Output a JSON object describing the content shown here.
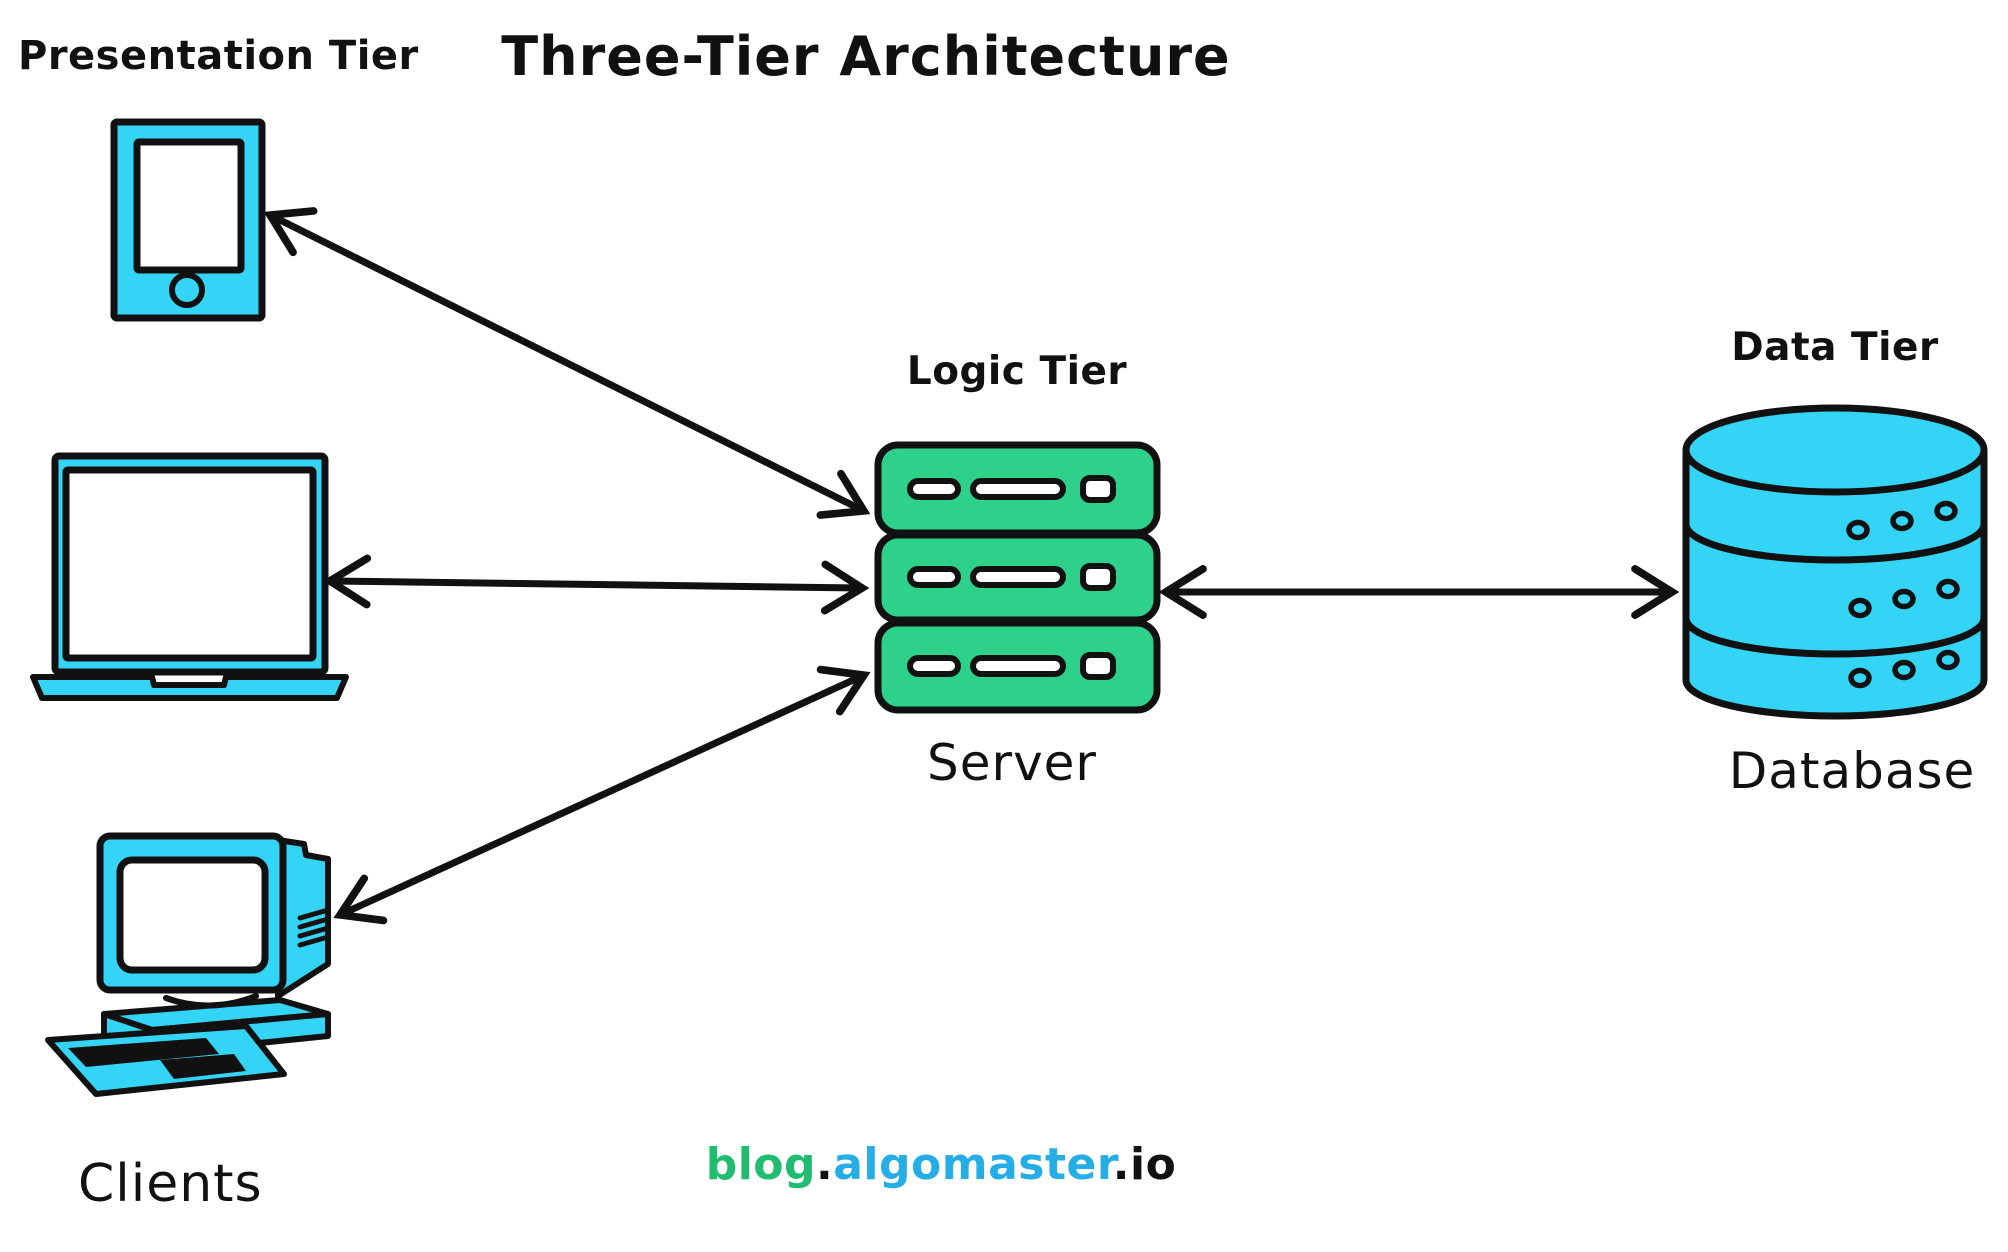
{
  "title": "Three-Tier Architecture",
  "tiers": {
    "presentation": {
      "label": "Presentation Tier",
      "caption": "Clients"
    },
    "logic": {
      "label": "Logic Tier",
      "caption": "Server"
    },
    "data": {
      "label": "Data Tier",
      "caption": "Database"
    }
  },
  "icons": {
    "clients": [
      "tablet-icon",
      "laptop-icon",
      "desktop-computer-icon"
    ],
    "logic": "server-icon",
    "data": "database-icon"
  },
  "arrows": [
    {
      "name": "arrow-tablet-server",
      "double_headed": true
    },
    {
      "name": "arrow-laptop-server",
      "double_headed": true
    },
    {
      "name": "arrow-desktop-server",
      "double_headed": true
    },
    {
      "name": "arrow-server-database",
      "double_headed": true
    }
  ],
  "footer": {
    "blog": "blog",
    "dot1": ".",
    "algomaster": "algomaster",
    "dot2": ".io"
  },
  "colors": {
    "device_fill": "#33D4F5",
    "server_fill": "#2ED189",
    "outline": "#111111",
    "arrow": "#111111",
    "footer_green": "#20BD70",
    "footer_blue": "#24AEE5",
    "background": "#FFFFFF"
  }
}
